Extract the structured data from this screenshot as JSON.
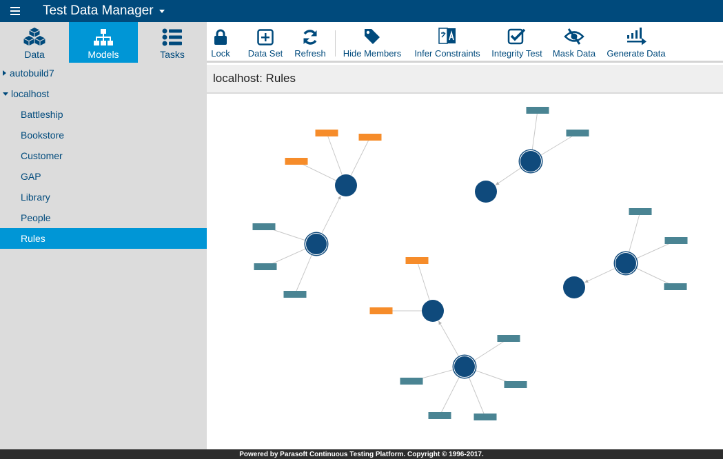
{
  "app": {
    "title": "Test Data Manager"
  },
  "nav_tabs": [
    {
      "label": "Data",
      "icon": "cubes-icon"
    },
    {
      "label": "Models",
      "icon": "sitemap-icon",
      "active": true
    },
    {
      "label": "Tasks",
      "icon": "list-icon"
    }
  ],
  "toolbar": {
    "lock": "Lock",
    "data_set": "Data Set",
    "refresh": "Refresh",
    "hide_members": "Hide Members",
    "infer_constraints": "Infer Constraints",
    "integrity_test": "Integrity Test",
    "mask_data": "Mask Data",
    "generate_data": "Generate Data"
  },
  "tree": {
    "roots": [
      {
        "label": "autobuild7",
        "expanded": false
      },
      {
        "label": "localhost",
        "expanded": true
      }
    ],
    "children": [
      "Battleship",
      "Bookstore",
      "Customer",
      "GAP",
      "Library",
      "People",
      "Rules"
    ],
    "selected": "Rules"
  },
  "main": {
    "title": "localhost: Rules"
  },
  "graph": {
    "colors": {
      "node": "#0f4a7c",
      "orange_rect": "#f68c2a",
      "teal_rect": "#4a8493",
      "edge": "#c8c8c8"
    }
  },
  "footer": {
    "text": "Powered by Parasoft Continuous Testing Platform. Copyright © 1996-2017."
  }
}
